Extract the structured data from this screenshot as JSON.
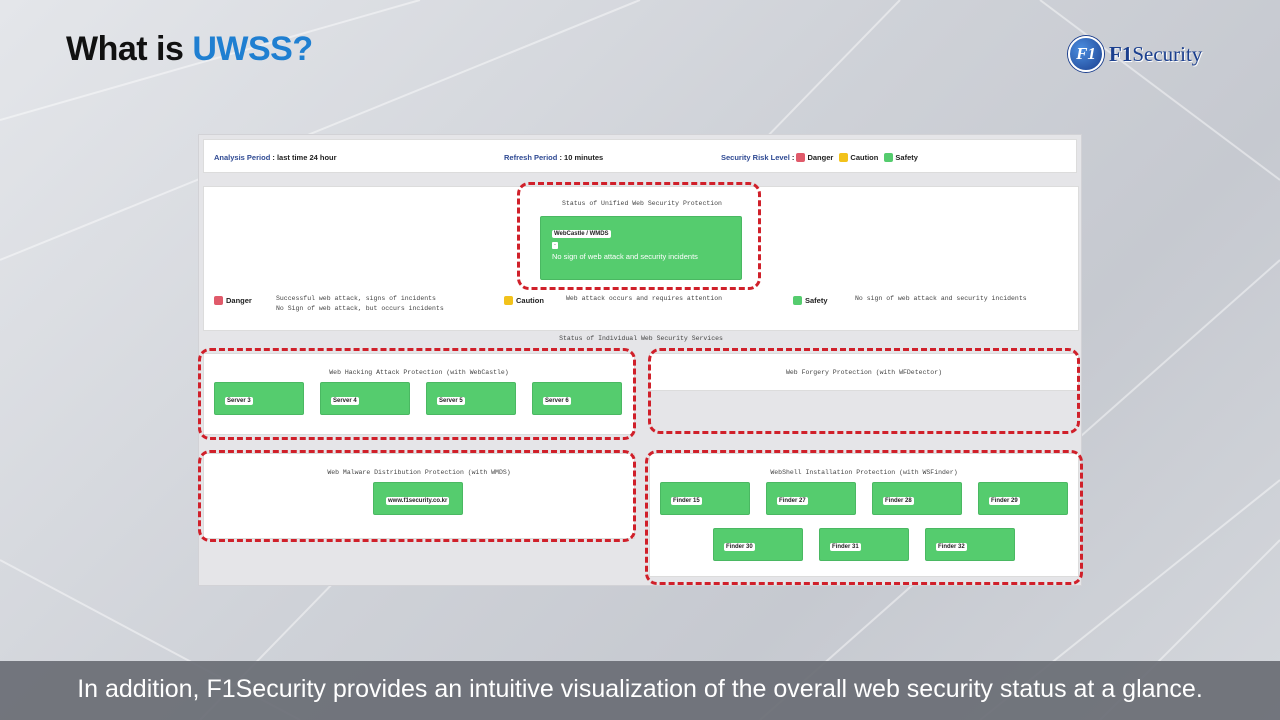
{
  "slide": {
    "title_prefix": "What is ",
    "title_accent": "UWSS?",
    "caption": "In addition, F1Security provides an intuitive visualization of the overall web security status at a glance."
  },
  "logo": {
    "mark": "F1",
    "brand_bold": "F1",
    "brand_rest": "Security"
  },
  "topbar": {
    "analysis_label": "Analysis Period",
    "analysis_value": " : last time 24 hour",
    "refresh_label": "Refresh Period",
    "refresh_value": " : 10 minutes",
    "risk_label": "Security Risk Level",
    "risk_sep": " : ",
    "danger": "Danger",
    "caution": "Caution",
    "safety": "Safety"
  },
  "unified": {
    "title": "Status of Unified Web Security Protection",
    "card_tag": "WebCastle / WMDS",
    "card_chip": "-",
    "card_desc": "No sign of web attack and security incidents"
  },
  "levels": {
    "danger": {
      "name": "Danger",
      "line1": "Successful web attack, signs of incidents",
      "line2": "No Sign of web attack, but occurs incidents"
    },
    "caution": {
      "name": "Caution",
      "line1": "Web attack occurs and requires attention"
    },
    "safety": {
      "name": "Safety",
      "line1": "No sign of web attack and security incidents"
    }
  },
  "individual_title": "Status of Individual Web Security Services",
  "panels": {
    "hacking": {
      "title": "Web Hacking Attack Protection (with WebCastle)",
      "servers": [
        "Server 3",
        "Server 4",
        "Server 5",
        "Server 6"
      ]
    },
    "forgery": {
      "title": "Web Forgery Protection (with WFDetector)"
    },
    "malware": {
      "title": "Web Malware Distribution Protection (with WMDS)",
      "sites": [
        "www.f1security.co.kr"
      ]
    },
    "webshell": {
      "title": "WebShell Installation Protection (with WSFinder)",
      "finders": [
        "Finder 15",
        "Finder 27",
        "Finder 28",
        "Finder 29",
        "Finder 30",
        "Finder 31",
        "Finder 32"
      ]
    }
  },
  "colors": {
    "danger": "#e05a6a",
    "caution": "#f2c21b",
    "safety": "#55cc6e",
    "accent": "#1f7fd1",
    "highlight": "#d0202a"
  }
}
